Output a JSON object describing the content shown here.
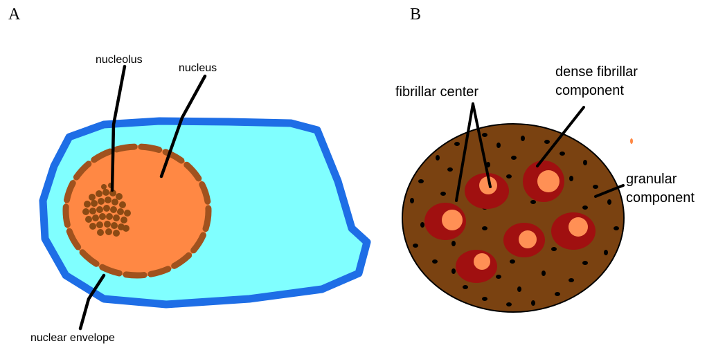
{
  "panels": {
    "a": {
      "letter": "A",
      "labels": {
        "nucleolus": "nucleolus",
        "nucleus": "nucleus",
        "nuclear_envelope": "nuclear envelope"
      }
    },
    "b": {
      "letter": "B",
      "labels": {
        "fibrillar_center": "fibrillar center",
        "dense_fibrillar_line1": "dense fibrillar",
        "dense_fibrillar_line2": "component",
        "granular_line1": "granular",
        "granular_line2": "component"
      }
    }
  },
  "colors": {
    "cell_border": "#1e6ee6",
    "cytoplasm": "#80ffff",
    "nucleus_fill": "#ff8844",
    "envelope": "#a0521e",
    "nucleolus_a": "#8b4a14",
    "nucleolus_b": "#7a4211",
    "dense_fibrillar": "#a01010",
    "fibrillar_center": "#ff9055",
    "granule": "#000000",
    "leader_line": "#000000"
  }
}
